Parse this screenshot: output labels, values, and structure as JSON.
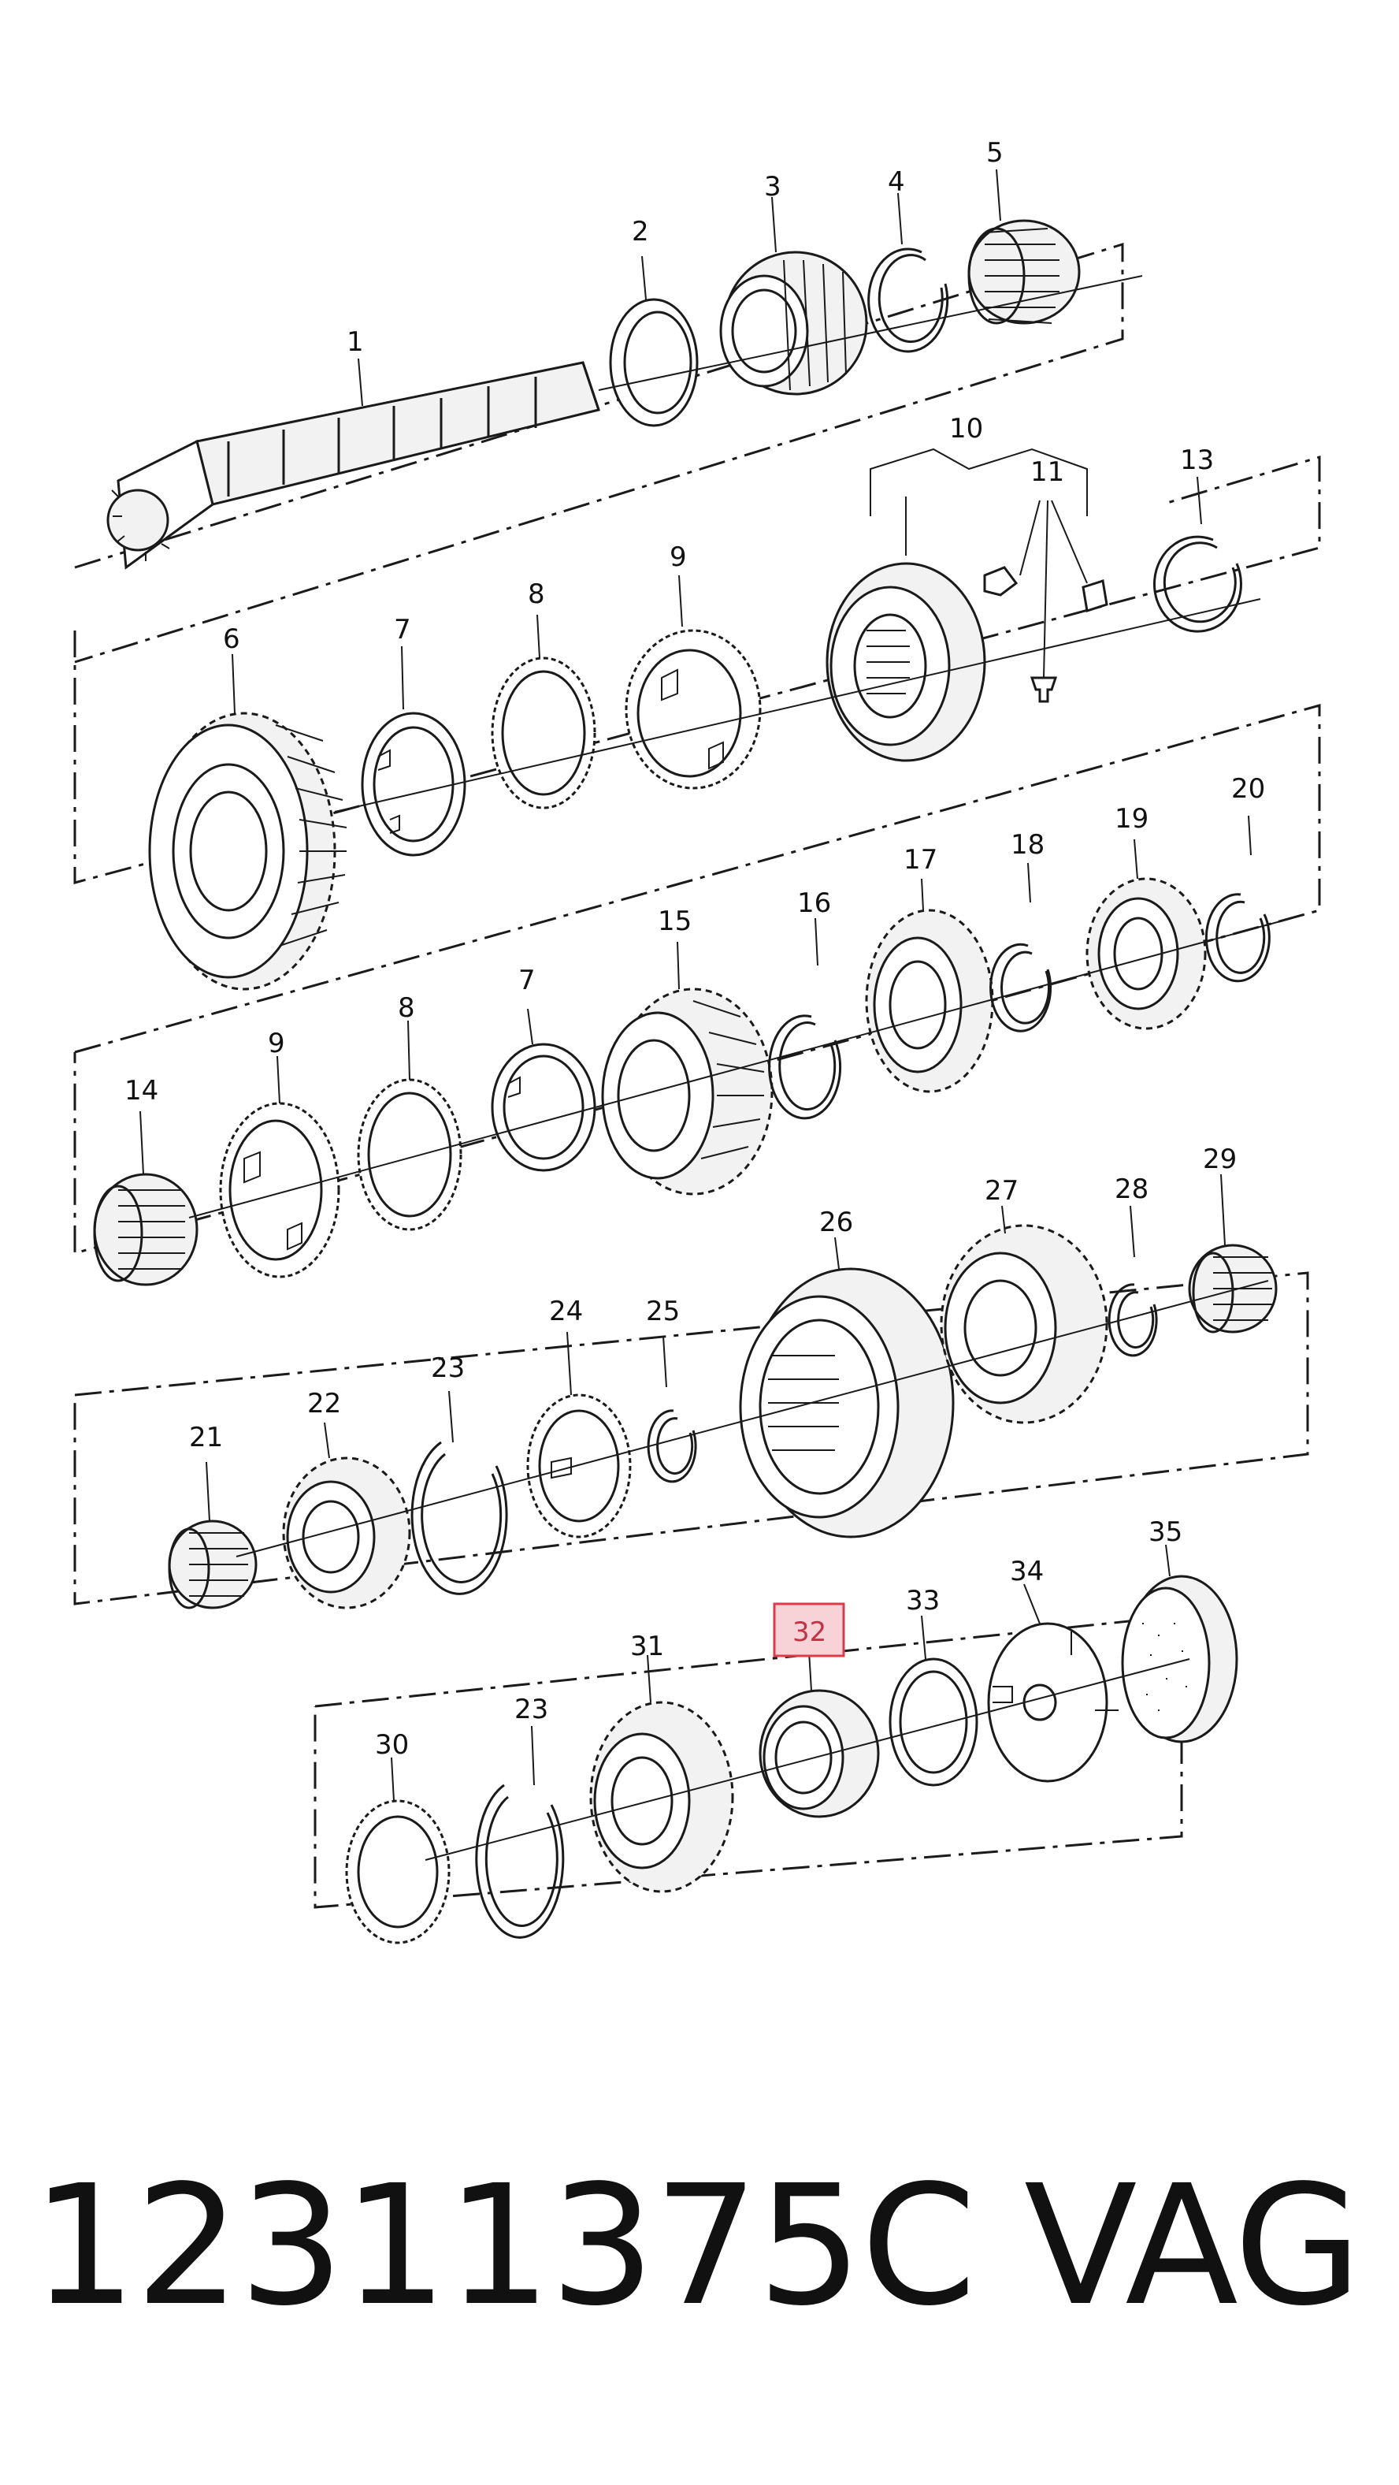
{
  "diagram": {
    "callouts": [
      {
        "id": "1",
        "label": "1"
      },
      {
        "id": "2",
        "label": "2"
      },
      {
        "id": "3",
        "label": "3"
      },
      {
        "id": "4",
        "label": "4"
      },
      {
        "id": "5",
        "label": "5"
      },
      {
        "id": "6",
        "label": "6"
      },
      {
        "id": "7a",
        "label": "7"
      },
      {
        "id": "8a",
        "label": "8"
      },
      {
        "id": "9a",
        "label": "9"
      },
      {
        "id": "10",
        "label": "10"
      },
      {
        "id": "11",
        "label": "11"
      },
      {
        "id": "13",
        "label": "13"
      },
      {
        "id": "14",
        "label": "14"
      },
      {
        "id": "9b",
        "label": "9"
      },
      {
        "id": "8b",
        "label": "8"
      },
      {
        "id": "7b",
        "label": "7"
      },
      {
        "id": "15",
        "label": "15"
      },
      {
        "id": "16",
        "label": "16"
      },
      {
        "id": "17",
        "label": "17"
      },
      {
        "id": "18",
        "label": "18"
      },
      {
        "id": "19",
        "label": "19"
      },
      {
        "id": "20",
        "label": "20"
      },
      {
        "id": "21",
        "label": "21"
      },
      {
        "id": "22",
        "label": "22"
      },
      {
        "id": "23a",
        "label": "23"
      },
      {
        "id": "24",
        "label": "24"
      },
      {
        "id": "25",
        "label": "25"
      },
      {
        "id": "26",
        "label": "26"
      },
      {
        "id": "27",
        "label": "27"
      },
      {
        "id": "28",
        "label": "28"
      },
      {
        "id": "29",
        "label": "29"
      },
      {
        "id": "30",
        "label": "30"
      },
      {
        "id": "23b",
        "label": "23"
      },
      {
        "id": "31",
        "label": "31"
      },
      {
        "id": "32",
        "label": "32",
        "highlighted": true
      },
      {
        "id": "33",
        "label": "33"
      },
      {
        "id": "34",
        "label": "34"
      },
      {
        "id": "35",
        "label": "35"
      }
    ],
    "highlight_color": "#e03a4a",
    "highlight_fill": "#f7d3d8"
  },
  "footer": {
    "part_number": "12311375C",
    "brand": "VAG"
  }
}
